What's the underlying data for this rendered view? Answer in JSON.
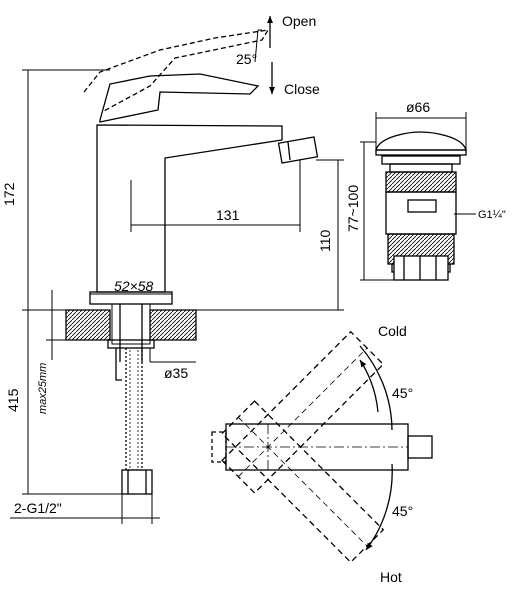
{
  "labels": {
    "open": "Open",
    "close": "Close",
    "cold": "Cold",
    "hot": "Hot",
    "handle_angle": "25°",
    "swing_upper": "45°",
    "swing_lower": "45°",
    "height_total": "172",
    "spout_reach": "131",
    "spout_height": "110",
    "base_size": "52×58",
    "hole_diameter": "ø35",
    "hose_length": "415",
    "max_thickness": "max25mm",
    "connection": "2-G1/2\"",
    "drain_diameter": "ø66",
    "drain_height": "77~100",
    "drain_thread": "G1¼\""
  }
}
